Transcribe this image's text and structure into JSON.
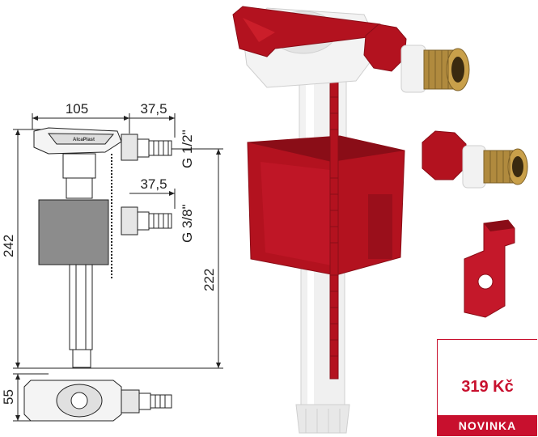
{
  "dimensions": {
    "width_top": "105",
    "offset_upper": "37,5",
    "offset_lower": "37,5",
    "thread_upper": "G 1/2\"",
    "thread_lower": "G 3/8\"",
    "height_total": "242",
    "height_inlet": "222",
    "depth": "55"
  },
  "product": {
    "brand_mark": "AlcaPlast"
  },
  "price_tag": {
    "price": "319 Kč",
    "badge": "NOVINKA"
  },
  "colors": {
    "accent": "#c8102e",
    "part_red": "#b3121f",
    "part_red_dark": "#8a0d17",
    "brass": "#b08a3e",
    "white_plastic": "#eeeeee",
    "grey_block": "#8c8c8c"
  }
}
